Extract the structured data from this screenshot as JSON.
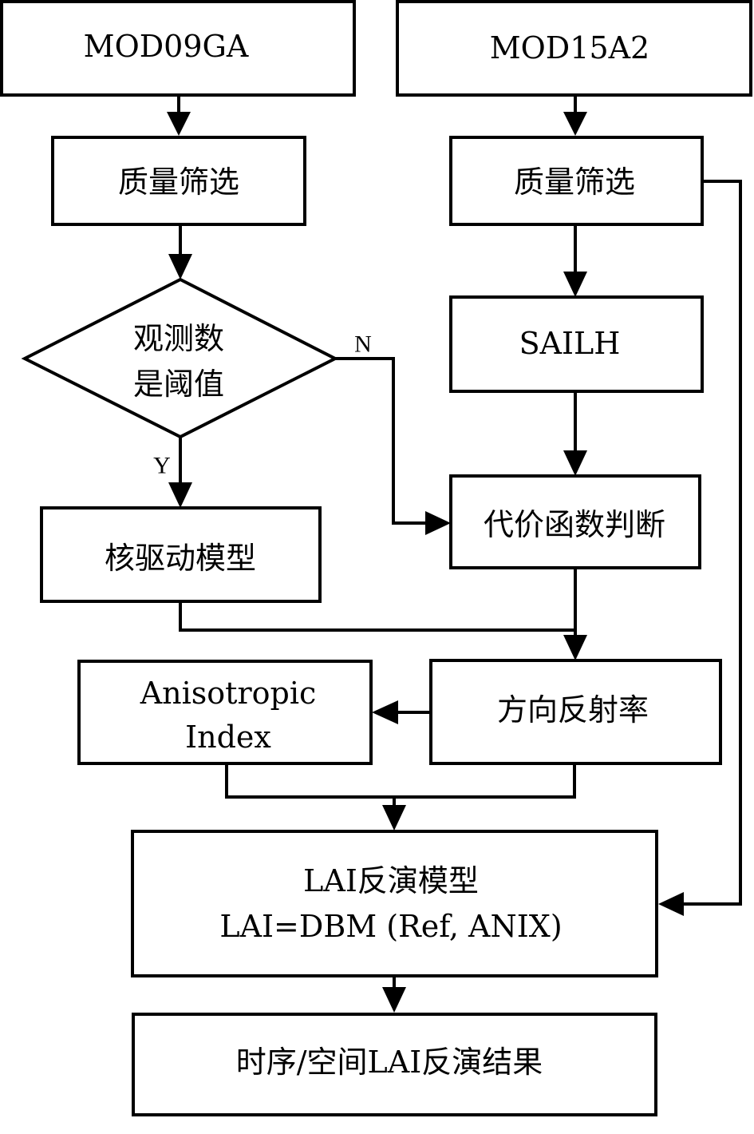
{
  "nodes": {
    "mod09ga": "MOD09GA",
    "mod15a2": "MOD15A2",
    "quality_left": "质量筛选",
    "quality_right": "质量筛选",
    "decision_line1": "观测数",
    "decision_line2": "是阈值",
    "sailh": "SAILH",
    "kernel_model": "核驱动模型",
    "cost_function": "代价函数判断",
    "anisotropic_line1": "Anisotropic",
    "anisotropic_line2": "Index",
    "directional_reflectance": "方向反射率",
    "lai_model_line1": "LAI反演模型",
    "lai_model_line2": "LAI=DBM (Ref, ANIX)",
    "result": "时序/空间LAI反演结果"
  },
  "edge_labels": {
    "no": "N",
    "yes": "Y"
  }
}
